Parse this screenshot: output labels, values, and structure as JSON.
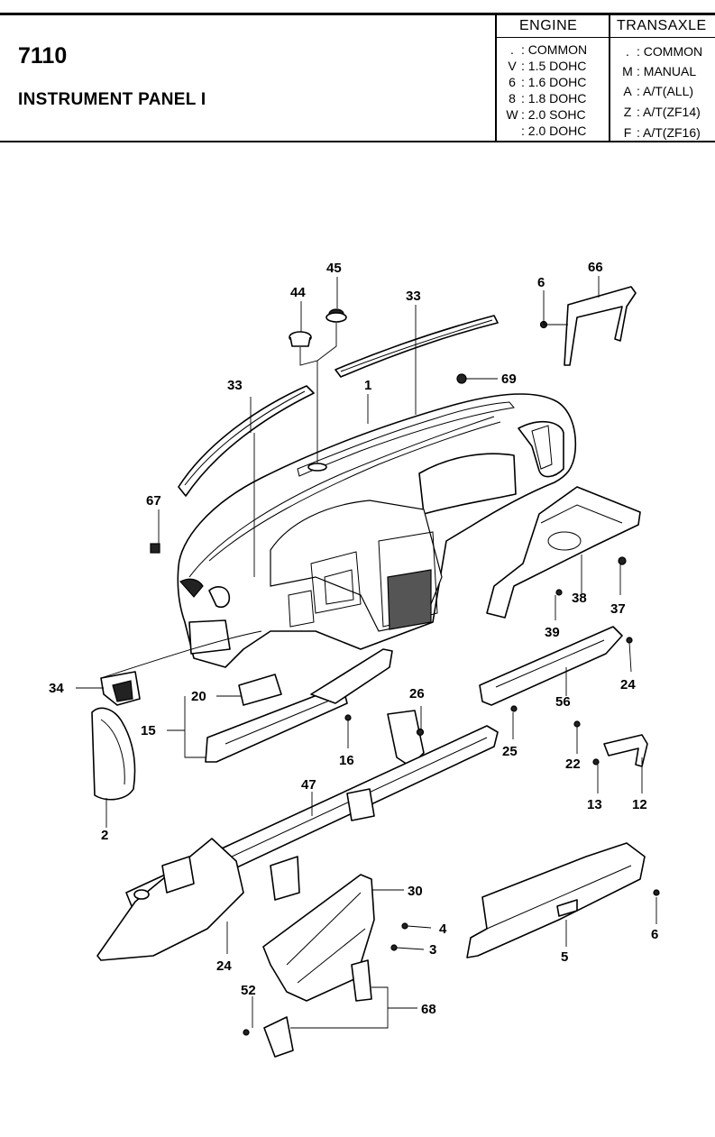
{
  "header": {
    "code": "7110",
    "title": "INSTRUMENT PANEL I",
    "engine": {
      "heading": "ENGINE",
      "rows": [
        {
          "key": ".",
          "value": ": COMMON"
        },
        {
          "key": "V",
          "value": ": 1.5 DOHC"
        },
        {
          "key": "6",
          "value": ": 1.6 DOHC"
        },
        {
          "key": "8",
          "value": ": 1.8 DOHC"
        },
        {
          "key": "W",
          "value": ": 2.0 SOHC"
        },
        {
          "key": "",
          "value": ": 2.0 DOHC"
        }
      ]
    },
    "transaxle": {
      "heading": "TRANSAXLE",
      "rows": [
        {
          "key": ".",
          "value": ": COMMON"
        },
        {
          "key": "M",
          "value": ": MANUAL"
        },
        {
          "key": "A",
          "value": ": A/T(ALL)"
        },
        {
          "key": "Z",
          "value": ": A/T(ZF14)"
        },
        {
          "key": "F",
          "value": ": A/T(ZF16)"
        }
      ]
    }
  },
  "callouts": [
    {
      "id": "c45",
      "label": "45"
    },
    {
      "id": "c44",
      "label": "44"
    },
    {
      "id": "c33a",
      "label": "33"
    },
    {
      "id": "c66",
      "label": "66"
    },
    {
      "id": "c6a",
      "label": "6"
    },
    {
      "id": "c69",
      "label": "69"
    },
    {
      "id": "c33b",
      "label": "33"
    },
    {
      "id": "c1",
      "label": "1"
    },
    {
      "id": "c67",
      "label": "67"
    },
    {
      "id": "c38",
      "label": "38"
    },
    {
      "id": "c37",
      "label": "37"
    },
    {
      "id": "c39",
      "label": "39"
    },
    {
      "id": "c24a",
      "label": "24"
    },
    {
      "id": "c56",
      "label": "56"
    },
    {
      "id": "c34",
      "label": "34"
    },
    {
      "id": "c20",
      "label": "20"
    },
    {
      "id": "c26",
      "label": "26"
    },
    {
      "id": "c15",
      "label": "15"
    },
    {
      "id": "c16",
      "label": "16"
    },
    {
      "id": "c25",
      "label": "25"
    },
    {
      "id": "c22",
      "label": "22"
    },
    {
      "id": "c13",
      "label": "13"
    },
    {
      "id": "c12",
      "label": "12"
    },
    {
      "id": "c47",
      "label": "47"
    },
    {
      "id": "c2",
      "label": "2"
    },
    {
      "id": "c30",
      "label": "30"
    },
    {
      "id": "c4",
      "label": "4"
    },
    {
      "id": "c6b",
      "label": "6"
    },
    {
      "id": "c3",
      "label": "3"
    },
    {
      "id": "c5",
      "label": "5"
    },
    {
      "id": "c24b",
      "label": "24"
    },
    {
      "id": "c52",
      "label": "52"
    },
    {
      "id": "c68",
      "label": "68"
    }
  ]
}
